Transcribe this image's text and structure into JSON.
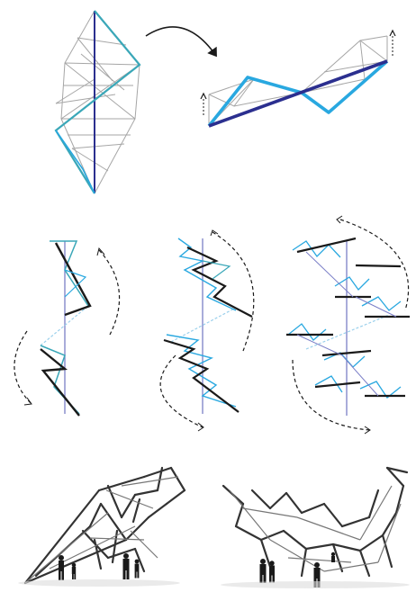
{
  "colors": {
    "background": "#ffffff",
    "light_blue": "#29a8e0",
    "teal": "#3aa7b8",
    "dark_blue": "#2b2f8f",
    "grey_line": "#a6a6a6",
    "black": "#1a1a1a"
  },
  "figure": {
    "panels": [
      {
        "id": "folded-tetra-chain",
        "caption": ""
      },
      {
        "id": "unfolded-chain",
        "caption": ""
      },
      {
        "id": "rotation-stage-1",
        "caption": ""
      },
      {
        "id": "rotation-stage-2",
        "caption": ""
      },
      {
        "id": "rotation-stage-3",
        "caption": ""
      },
      {
        "id": "structure-perspective-1",
        "caption": ""
      },
      {
        "id": "structure-perspective-2",
        "caption": ""
      }
    ],
    "icons": [
      "curved-arrow-icon",
      "lift-arrow-icon",
      "dashed-rotation-arrow-icon",
      "human-figure-icon"
    ]
  }
}
